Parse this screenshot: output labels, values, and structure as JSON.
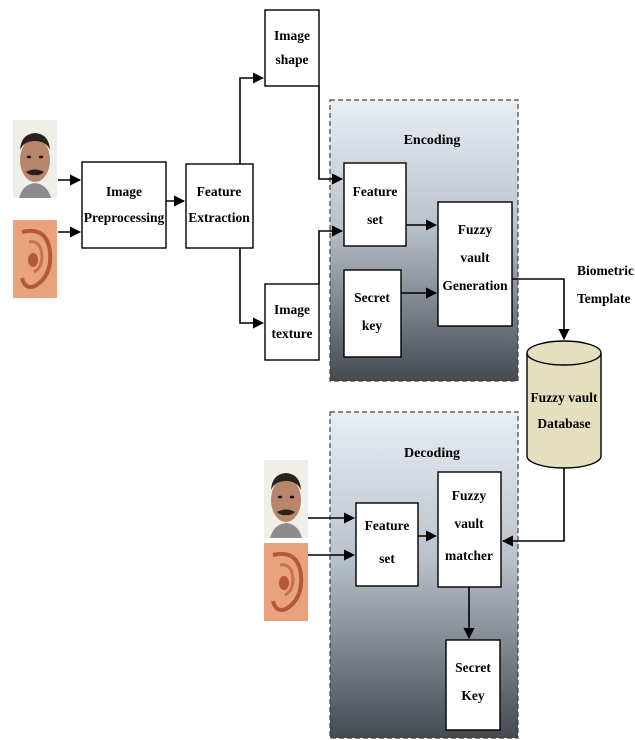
{
  "nodes": {
    "preprocessing": [
      "Image",
      "Preprocessing"
    ],
    "extraction": [
      "Feature",
      "Extraction"
    ],
    "shape": [
      "Image",
      "shape"
    ],
    "texture": [
      "Image",
      "texture"
    ],
    "enc_feature": [
      "Feature",
      "set"
    ],
    "enc_secret": [
      "Secret",
      "key"
    ],
    "generation": [
      "Fuzzy",
      "vault",
      "Generation"
    ],
    "template_label": [
      "Biometric",
      "Template"
    ],
    "database": [
      "Fuzzy vault",
      "Database"
    ],
    "dec_feature": [
      "Feature",
      "set"
    ],
    "matcher": [
      "Fuzzy",
      "vault",
      "matcher"
    ],
    "dec_secret": [
      "Secret",
      "Key"
    ]
  },
  "panels": {
    "encoding": "Encoding",
    "decoding": "Decoding"
  },
  "colors": {
    "panel_top": "#e9eef4",
    "panel_bottom": "#454a51",
    "database_fill": "#e4dfbf",
    "skin": "#e9a27e",
    "ear_dark": "#b4583a"
  }
}
